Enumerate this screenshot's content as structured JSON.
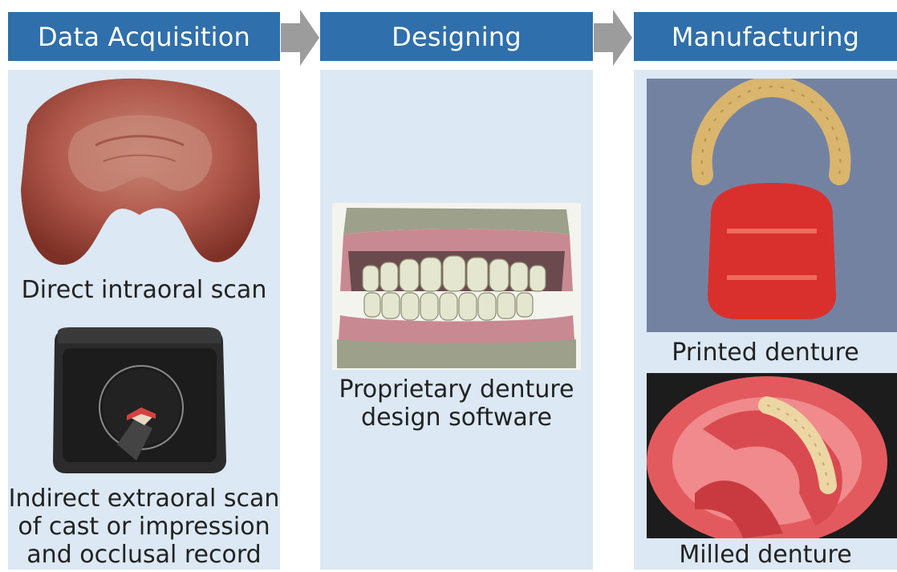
{
  "headers": {
    "data_acquisition": "Data Acquisition",
    "designing": "Designing",
    "manufacturing": "Manufacturing"
  },
  "data_acquisition": {
    "intraoral_caption": "Direct intraoral scan",
    "extraoral_caption_line1": "Indirect extraoral scan",
    "extraoral_caption_line2": "of cast or impression",
    "extraoral_caption_line3": "and occlusal record"
  },
  "designing": {
    "caption_line1": "Proprietary denture",
    "caption_line2": "design software"
  },
  "manufacturing": {
    "printed_caption": "Printed denture",
    "milled_caption": "Milled denture"
  },
  "colors": {
    "header_blue": "#2f6fab",
    "panel_bg": "#dce8f3",
    "arrow_gray": "#9c9c9c"
  }
}
